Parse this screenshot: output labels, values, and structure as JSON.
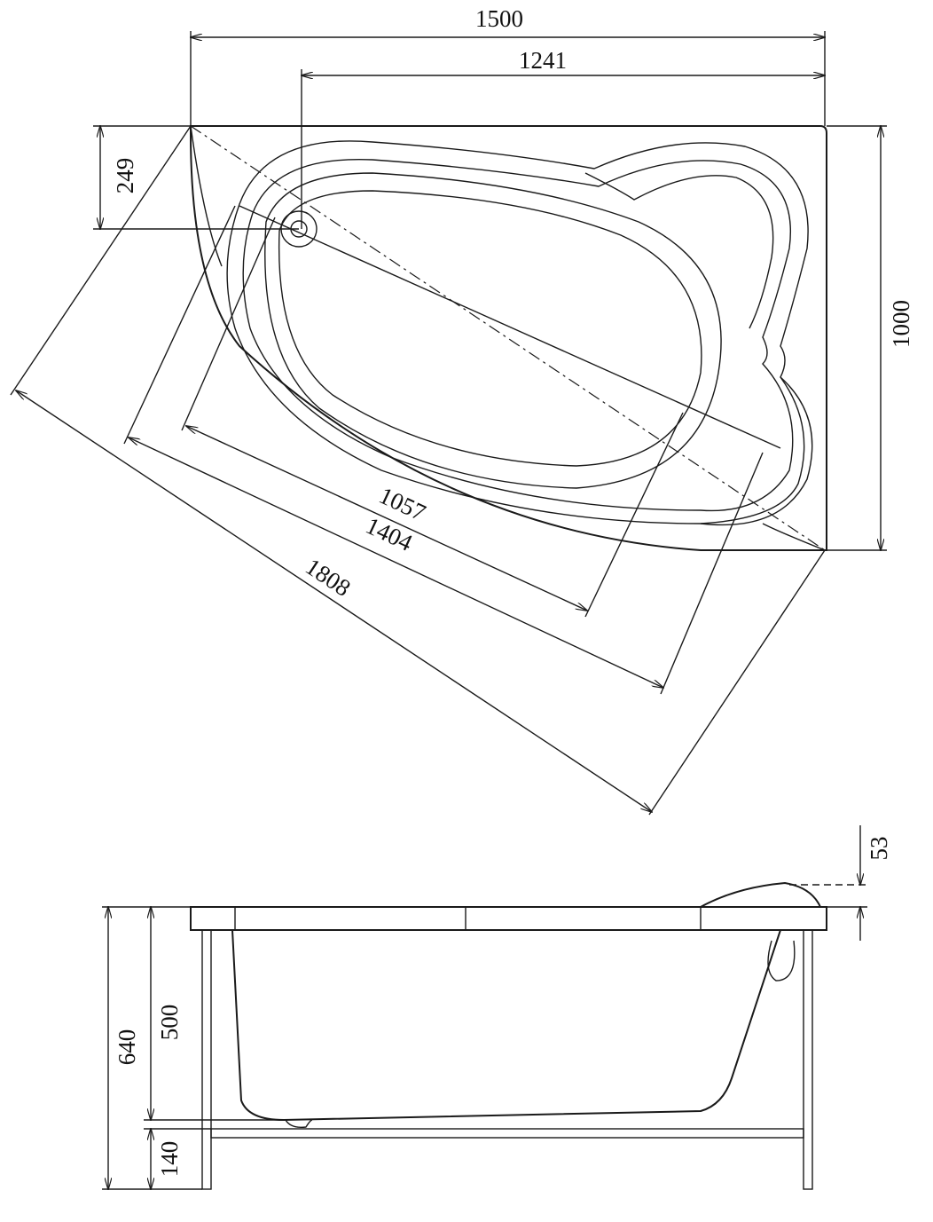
{
  "top_view": {
    "dimensions": {
      "overall_length": "1500",
      "drain_offset_length": "1241",
      "drain_offset_depth": "249",
      "overall_width": "1000",
      "inner_bowl_length": "1057",
      "bowl_length": "1404",
      "diagonal_length": "1808"
    }
  },
  "side_view": {
    "dimensions": {
      "headrest_height": "53",
      "total_height": "640",
      "tub_depth": "500",
      "leg_clearance": "140"
    }
  }
}
